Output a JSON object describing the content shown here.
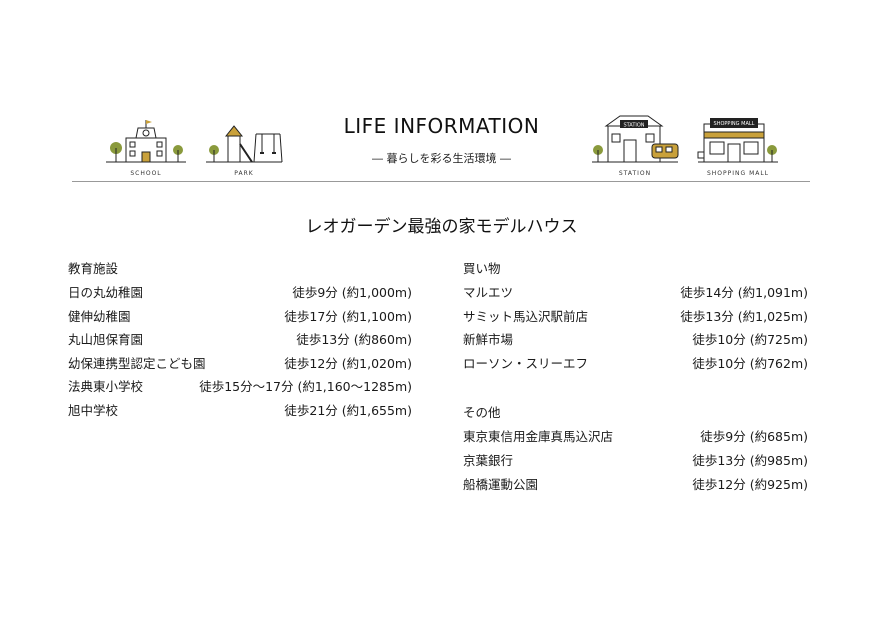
{
  "header": {
    "title": "LIFE INFORMATION",
    "subtitle": "― 暮らしを彩る生活環境 ―",
    "icons": [
      {
        "id": "school",
        "label": "SCHOOL"
      },
      {
        "id": "park",
        "label": "PARK"
      },
      {
        "id": "station",
        "label": "STATION",
        "sign": "STATION"
      },
      {
        "id": "mall",
        "label": "SHOPPING MALL",
        "sign": "SHOPPING MALL"
      }
    ]
  },
  "heading": "レオガーデン最強の家モデルハウス",
  "left": {
    "category": "教育施設",
    "items": [
      {
        "name": "日の丸幼稚園",
        "distance": "徒歩9分 (約1,000m)"
      },
      {
        "name": "健伸幼稚園",
        "distance": "徒歩17分 (約1,100m)"
      },
      {
        "name": "丸山旭保育園",
        "distance": "徒歩13分 (約860m)"
      },
      {
        "name": "幼保連携型認定こども園",
        "distance": "徒歩12分 (約1,020m)"
      },
      {
        "name": "法典東小学校",
        "distance": "徒歩15分〜17分 (約1,160〜1285m)"
      },
      {
        "name": "旭中学校",
        "distance": "徒歩21分 (約1,655m)"
      }
    ]
  },
  "right": {
    "shopping": {
      "category": "買い物",
      "items": [
        {
          "name": "マルエツ",
          "distance": "徒歩14分 (約1,091m)"
        },
        {
          "name": "サミット馬込沢駅前店",
          "distance": "徒歩13分 (約1,025m)"
        },
        {
          "name": "新鮮市場",
          "distance": "徒歩10分 (約725m)"
        },
        {
          "name": "ローソン・スリーエフ",
          "distance": "徒歩10分 (約762m)"
        }
      ]
    },
    "other": {
      "category": "その他",
      "items": [
        {
          "name": "東京東信用金庫真馬込沢店",
          "distance": "徒歩9分 (約685m)"
        },
        {
          "name": "京葉銀行",
          "distance": "徒歩13分 (約985m)"
        },
        {
          "name": "船橋運動公園",
          "distance": "徒歩12分 (約925m)"
        }
      ]
    }
  },
  "colors": {
    "accent": "#c9a13b",
    "tree": "#8a9a3c",
    "ink": "#1a1a1a",
    "rule": "#999999"
  }
}
